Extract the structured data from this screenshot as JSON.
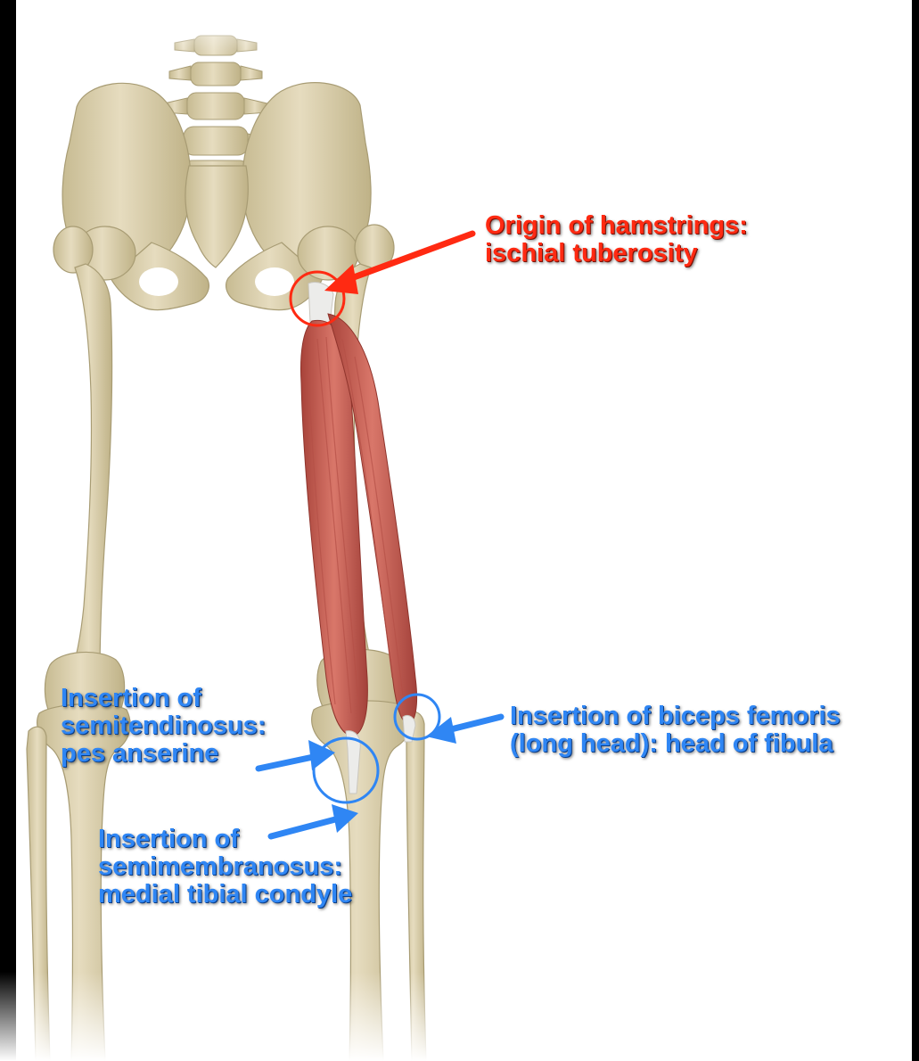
{
  "labels": {
    "origin": {
      "line1": "Origin of hamstrings:",
      "line2": "ischial tuberosity",
      "color": "#ff2a12"
    },
    "semitendinosus": {
      "line1": "Insertion of",
      "line2": "semitendinosus:",
      "line3": "pes anserine",
      "color": "#2f86f4"
    },
    "biceps_femoris": {
      "line1": "Insertion of biceps femoris",
      "line2": "(long head): head of fibula",
      "color": "#2f86f4"
    },
    "semimembranosus": {
      "line1": "Insertion of",
      "line2": "semimembranosus:",
      "line3": "medial tibial condyle",
      "color": "#2f86f4"
    }
  },
  "colors": {
    "bone": "#ddd3b4",
    "bone_shadow": "#b7aa84",
    "muscle": "#c95a4e",
    "muscle_dark": "#9a3a31",
    "tendon": "#eeeeea",
    "background": "#ffffff",
    "frame": "#000000"
  }
}
